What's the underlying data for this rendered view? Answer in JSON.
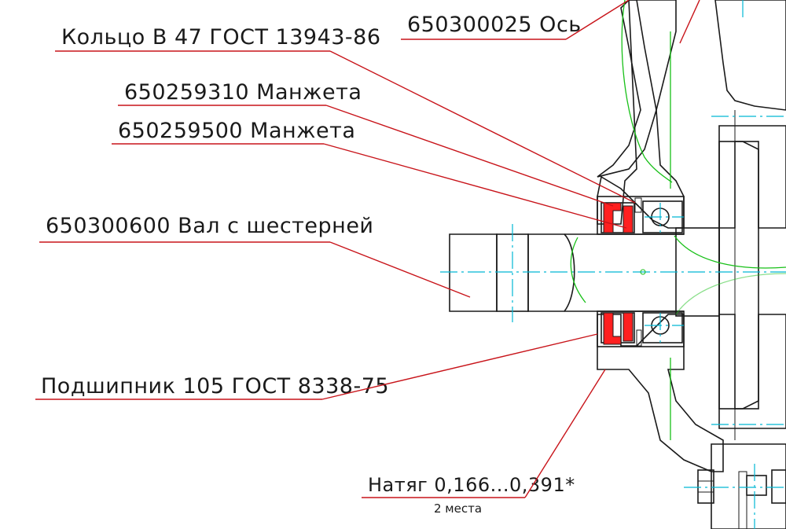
{
  "callouts": {
    "axle": "650300025  Ось",
    "ring": "Кольцо В 47 ГОСТ 13943-86",
    "cuff_1": "650259310  Манжета",
    "cuff_2": "650259500  Манжета",
    "shaft": "650300600  Вал с шестерней",
    "bearing": "Подшипник 105 ГОСТ 8338-75",
    "interference": "Натяг 0,166...0,391*",
    "interference_note": "2 места"
  },
  "colors": {
    "leader": "#c8141a",
    "hatch": "#e03030",
    "seal": "#ff2020",
    "axis": "#00b8d4",
    "construction": "#18c018",
    "outline": "#1a1a1a"
  }
}
